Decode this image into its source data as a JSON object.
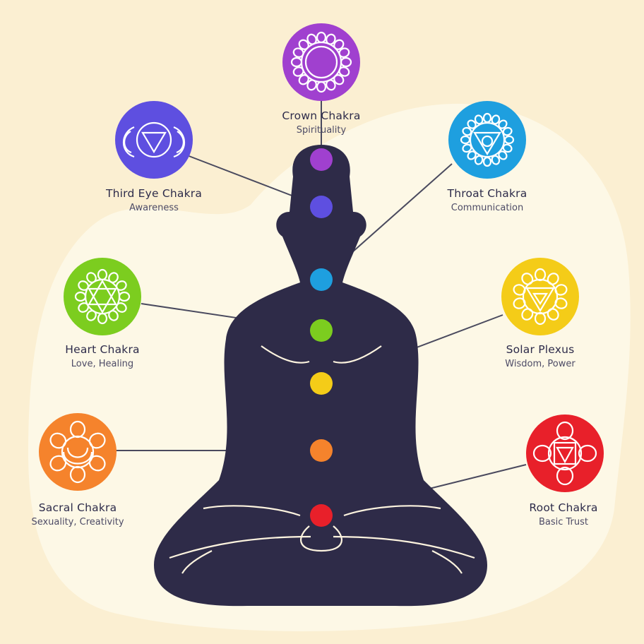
{
  "colors": {
    "background": "#fbefd2",
    "blob": "#fdf8e6",
    "silhouette": "#2e2b48",
    "connector": "#4a4a5e",
    "body_outline": "#fdf4df"
  },
  "chakras": [
    {
      "id": "crown",
      "name": "Crown Chakra",
      "meaning": "Spirituality",
      "color": "#a040cf",
      "symbol": "lotus-icon"
    },
    {
      "id": "third-eye",
      "name": "Third Eye Chakra",
      "meaning": "Awareness",
      "color": "#5e4fe0",
      "symbol": "third-eye-icon"
    },
    {
      "id": "throat",
      "name": "Throat Chakra",
      "meaning": "Communication",
      "color": "#1e9fdf",
      "symbol": "throat-icon"
    },
    {
      "id": "heart",
      "name": "Heart Chakra",
      "meaning": "Love, Healing",
      "color": "#7ccd1f",
      "symbol": "hexagram-icon"
    },
    {
      "id": "solar-plexus",
      "name": "Solar Plexus",
      "meaning": "Wisdom, Power",
      "color": "#f4cc18",
      "symbol": "solar-plexus-icon"
    },
    {
      "id": "sacral",
      "name": "Sacral Chakra",
      "meaning": "Sexuality, Creativity",
      "color": "#f5832c",
      "symbol": "crescent-icon"
    },
    {
      "id": "root",
      "name": "Root Chakra",
      "meaning": "Basic Trust",
      "color": "#e8202a",
      "symbol": "square-triangle-icon"
    }
  ]
}
